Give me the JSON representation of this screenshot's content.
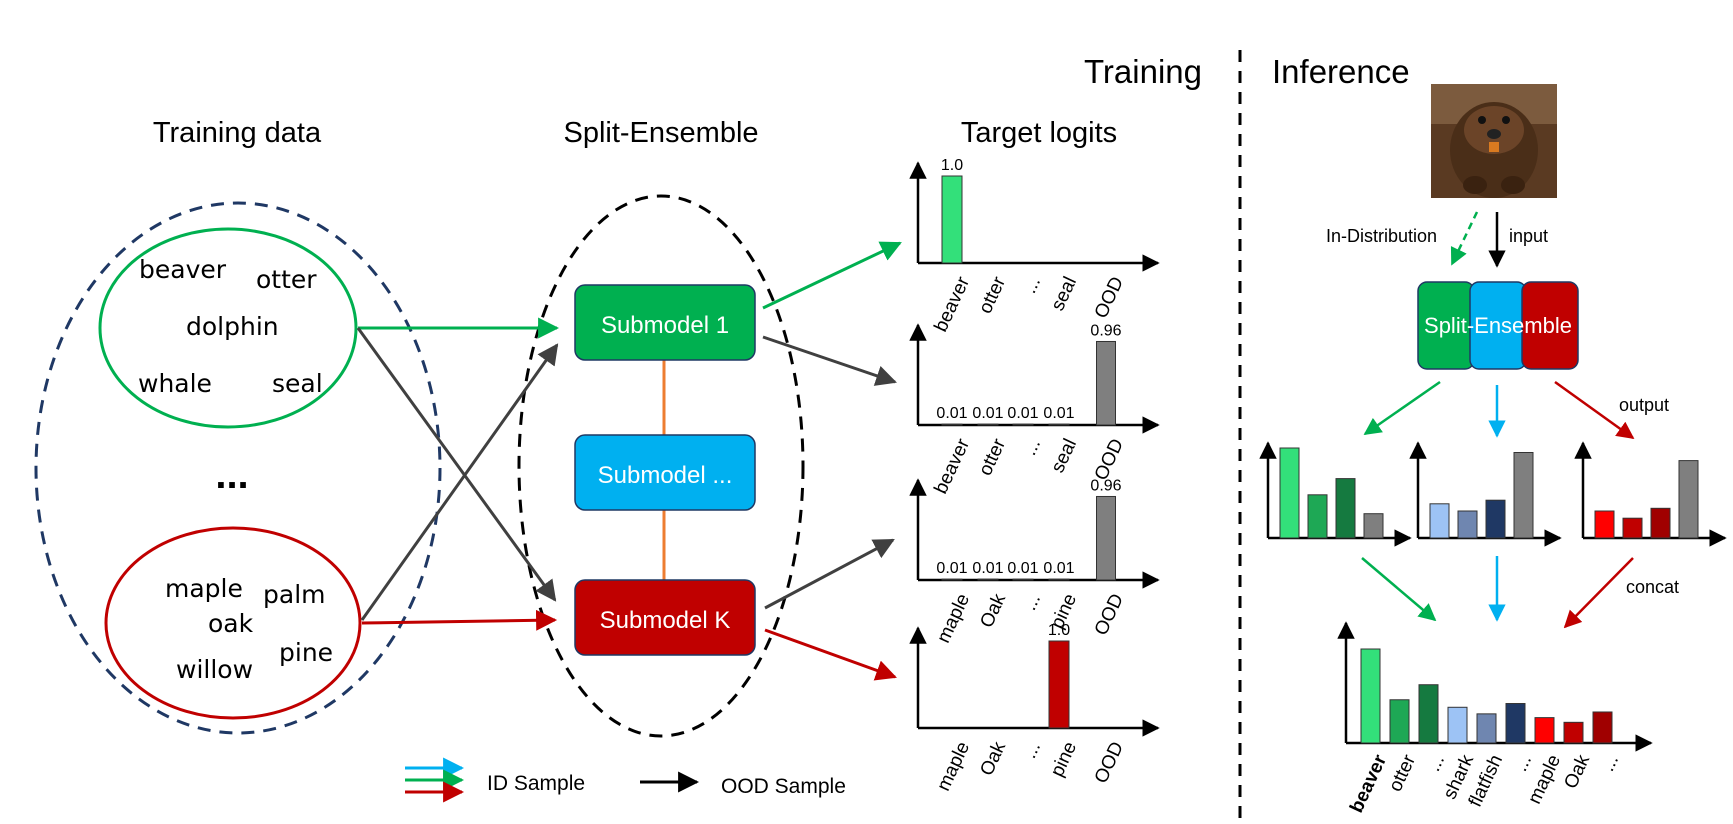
{
  "headers": {
    "training_data": "Training data",
    "split_ensemble": "Split-Ensemble",
    "target_logits": "Target logits",
    "training": "Training",
    "inference": "Inference"
  },
  "groups": {
    "animals": [
      "beaver",
      "otter",
      "dolphin",
      "whale",
      "seal"
    ],
    "ellipsis": "...",
    "trees": [
      "maple",
      "palm",
      "oak",
      "pine",
      "willow"
    ]
  },
  "submodels": [
    {
      "label": "Submodel 1",
      "color": "#00b050"
    },
    {
      "label": "Submodel ...",
      "color": "#00b0f0"
    },
    {
      "label": "Submodel K",
      "color": "#c00000"
    }
  ],
  "target_charts": [
    {
      "categories": [
        "beaver",
        "otter",
        "...",
        "seal",
        "OOD"
      ],
      "values": [
        1.0,
        0,
        0,
        0,
        0
      ],
      "labels": [
        "1.0",
        "",
        "",
        "",
        ""
      ],
      "colors": [
        "#33e07a",
        "",
        "",
        "",
        ""
      ]
    },
    {
      "categories": [
        "beaver",
        "otter",
        "...",
        "seal",
        "OOD"
      ],
      "values": [
        0.01,
        0.01,
        0.01,
        0.01,
        0.96
      ],
      "labels": [
        "0.01",
        "0.01",
        "0.01",
        "0.01",
        "0.96"
      ],
      "colors": [
        "#33e07a",
        "#00b050",
        "#1e9e55",
        "#157a40",
        "#7f7f7f"
      ]
    },
    {
      "categories": [
        "maple",
        "Oak",
        "...",
        "pine",
        "OOD"
      ],
      "values": [
        0.01,
        0.01,
        0.01,
        0.01,
        0.96
      ],
      "labels": [
        "0.01",
        "0.01",
        "0.01",
        "0.01",
        "0.96"
      ],
      "colors": [
        "#ff0000",
        "#d40000",
        "#c00000",
        "#a00000",
        "#7f7f7f"
      ]
    },
    {
      "categories": [
        "maple",
        "Oak",
        "...",
        "pine",
        "OOD"
      ],
      "values": [
        0,
        0,
        0,
        1.0,
        0
      ],
      "labels": [
        "",
        "",
        "",
        "1.0",
        ""
      ],
      "colors": [
        "",
        "",
        "",
        "#c00000",
        ""
      ]
    }
  ],
  "inference": {
    "in_distribution": "In-Distribution",
    "input": "input",
    "output": "output",
    "concat": "concat",
    "block_label": "Split-Ensemble",
    "block_colors": [
      "#00b050",
      "#00b0f0",
      "#c00000"
    ],
    "mini_charts": [
      {
        "values": [
          1.0,
          0.48,
          0.66,
          0.27
        ],
        "colors": [
          "#33e07a",
          "#1ea855",
          "#157a40",
          "#7f7f7f"
        ]
      },
      {
        "values": [
          0.38,
          0.3,
          0.42,
          0.95
        ],
        "colors": [
          "#9dc3f5",
          "#6f86b0",
          "#1f3864",
          "#7f7f7f"
        ]
      },
      {
        "values": [
          0.3,
          0.22,
          0.33,
          0.86
        ],
        "colors": [
          "#ff0000",
          "#c00000",
          "#a00000",
          "#7f7f7f"
        ]
      }
    ],
    "final_chart": {
      "categories": [
        "beaver",
        "otter",
        "...",
        "shark",
        "flatfish",
        "...",
        "maple",
        "Oak",
        "..."
      ],
      "values": [
        1.0,
        0.46,
        0.62,
        0.38,
        0.31,
        0.42,
        0.27,
        0.22,
        0.33
      ],
      "colors": [
        "#33e07a",
        "#1ea855",
        "#157a40",
        "#9dc3f5",
        "#6f86b0",
        "#1f3864",
        "#ff0000",
        "#c00000",
        "#a00000"
      ]
    }
  },
  "legend": {
    "id_sample": "ID Sample",
    "ood_sample": "OOD Sample",
    "id_colors": [
      "#00b0f0",
      "#00b050",
      "#c00000"
    ]
  },
  "palette": {
    "green": "#00b050",
    "red": "#c00000",
    "blue": "#00b0f0",
    "dark": "#404040",
    "orange": "#ed7d31",
    "navy": "#1f3864"
  }
}
